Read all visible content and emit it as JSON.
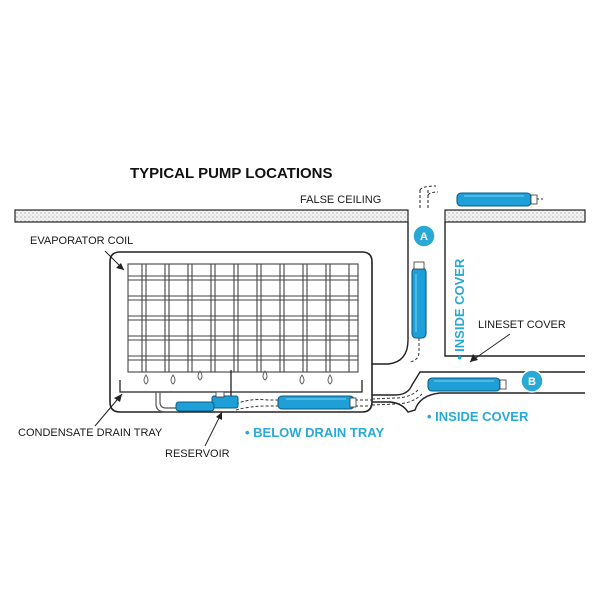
{
  "title": "TYPICAL PUMP LOCATIONS",
  "labels": {
    "false_ceiling": "FALSE CEILING",
    "evaporator_coil": "EVAPORATOR COIL",
    "lineset_cover": "LINESET COVER",
    "condensate_drain_tray": "CONDENSATE DRAIN TRAY",
    "reservoir": "RESERVOIR"
  },
  "locations": {
    "a_badge": "A",
    "a_text": "• INSIDE COVER",
    "b_badge": "B",
    "b_text": "• INSIDE COVER",
    "below_tray": "• BELOW DRAIN TRAY"
  },
  "colors": {
    "accent": "#29a9d6",
    "pump": "#1e9fd8",
    "line": "#222222"
  }
}
